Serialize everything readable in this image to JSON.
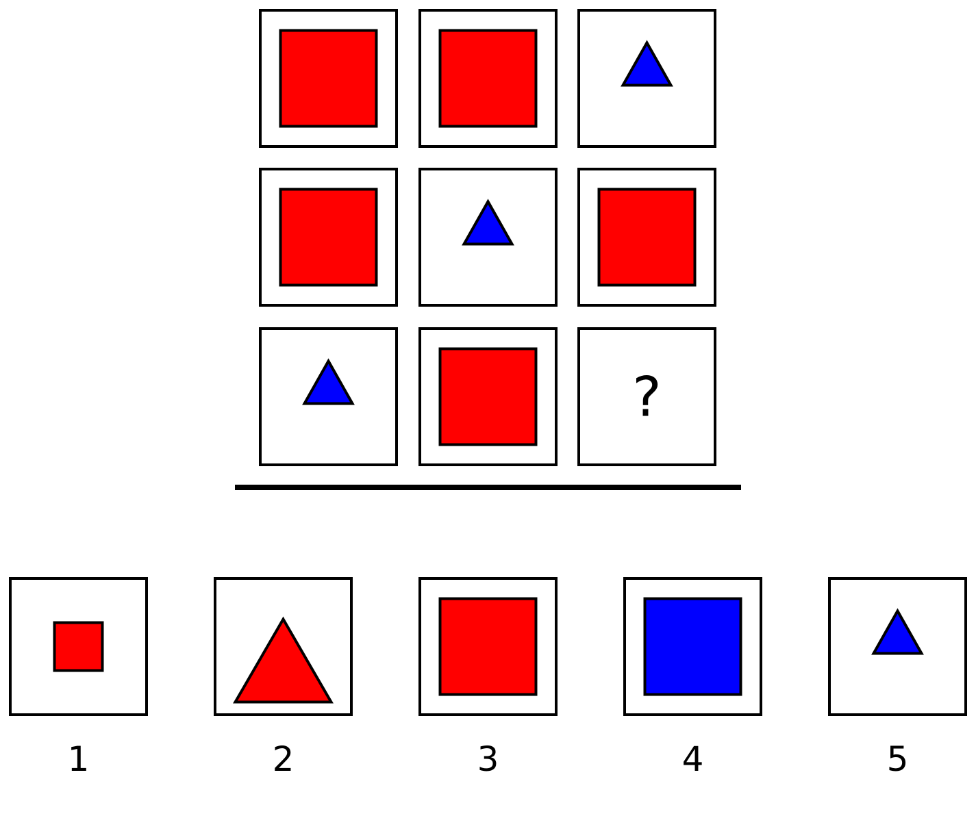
{
  "colors": {
    "red": "#ff0000",
    "blue": "#0000ff",
    "stroke": "#000000",
    "background": "#ffffff"
  },
  "matrix": {
    "rows": [
      [
        {
          "shape": "square",
          "color": "red",
          "size": "large"
        },
        {
          "shape": "square",
          "color": "red",
          "size": "large"
        },
        {
          "shape": "triangle",
          "color": "blue",
          "size": "small"
        }
      ],
      [
        {
          "shape": "square",
          "color": "red",
          "size": "large"
        },
        {
          "shape": "triangle",
          "color": "blue",
          "size": "small"
        },
        {
          "shape": "square",
          "color": "red",
          "size": "large"
        }
      ],
      [
        {
          "shape": "triangle",
          "color": "blue",
          "size": "small"
        },
        {
          "shape": "square",
          "color": "red",
          "size": "large"
        },
        {
          "shape": "question"
        }
      ]
    ],
    "question_mark": "?"
  },
  "options": [
    {
      "label": "1",
      "shape": "square",
      "color": "red",
      "size": "small"
    },
    {
      "label": "2",
      "shape": "triangle",
      "color": "red",
      "size": "large"
    },
    {
      "label": "3",
      "shape": "square",
      "color": "red",
      "size": "large"
    },
    {
      "label": "4",
      "shape": "square",
      "color": "blue",
      "size": "large"
    },
    {
      "label": "5",
      "shape": "triangle",
      "color": "blue",
      "size": "small"
    }
  ]
}
